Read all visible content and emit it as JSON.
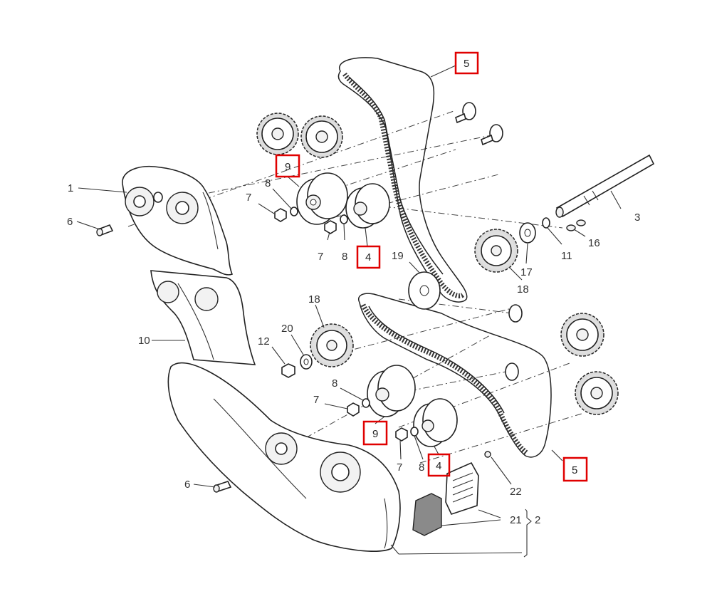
{
  "diagram": {
    "labels": {
      "l1": "1",
      "l2": "2",
      "l3": "3",
      "l6a": "6",
      "l6b": "6",
      "l7a": "7",
      "l7b": "7",
      "l7c": "7",
      "l7d": "7",
      "l8a": "8",
      "l8b": "8",
      "l8c": "8",
      "l8d": "8",
      "l10": "10",
      "l11": "11",
      "l12": "12",
      "l16": "16",
      "l17": "17",
      "l18a": "18",
      "l18b": "18",
      "l19": "19",
      "l20": "20",
      "l21": "21",
      "l22": "22"
    },
    "highlighted": {
      "h5a": "5",
      "h5b": "5",
      "h9a": "9",
      "h9b": "9",
      "h4a": "4",
      "h4b": "4"
    },
    "highlight_color": "#e00000"
  }
}
